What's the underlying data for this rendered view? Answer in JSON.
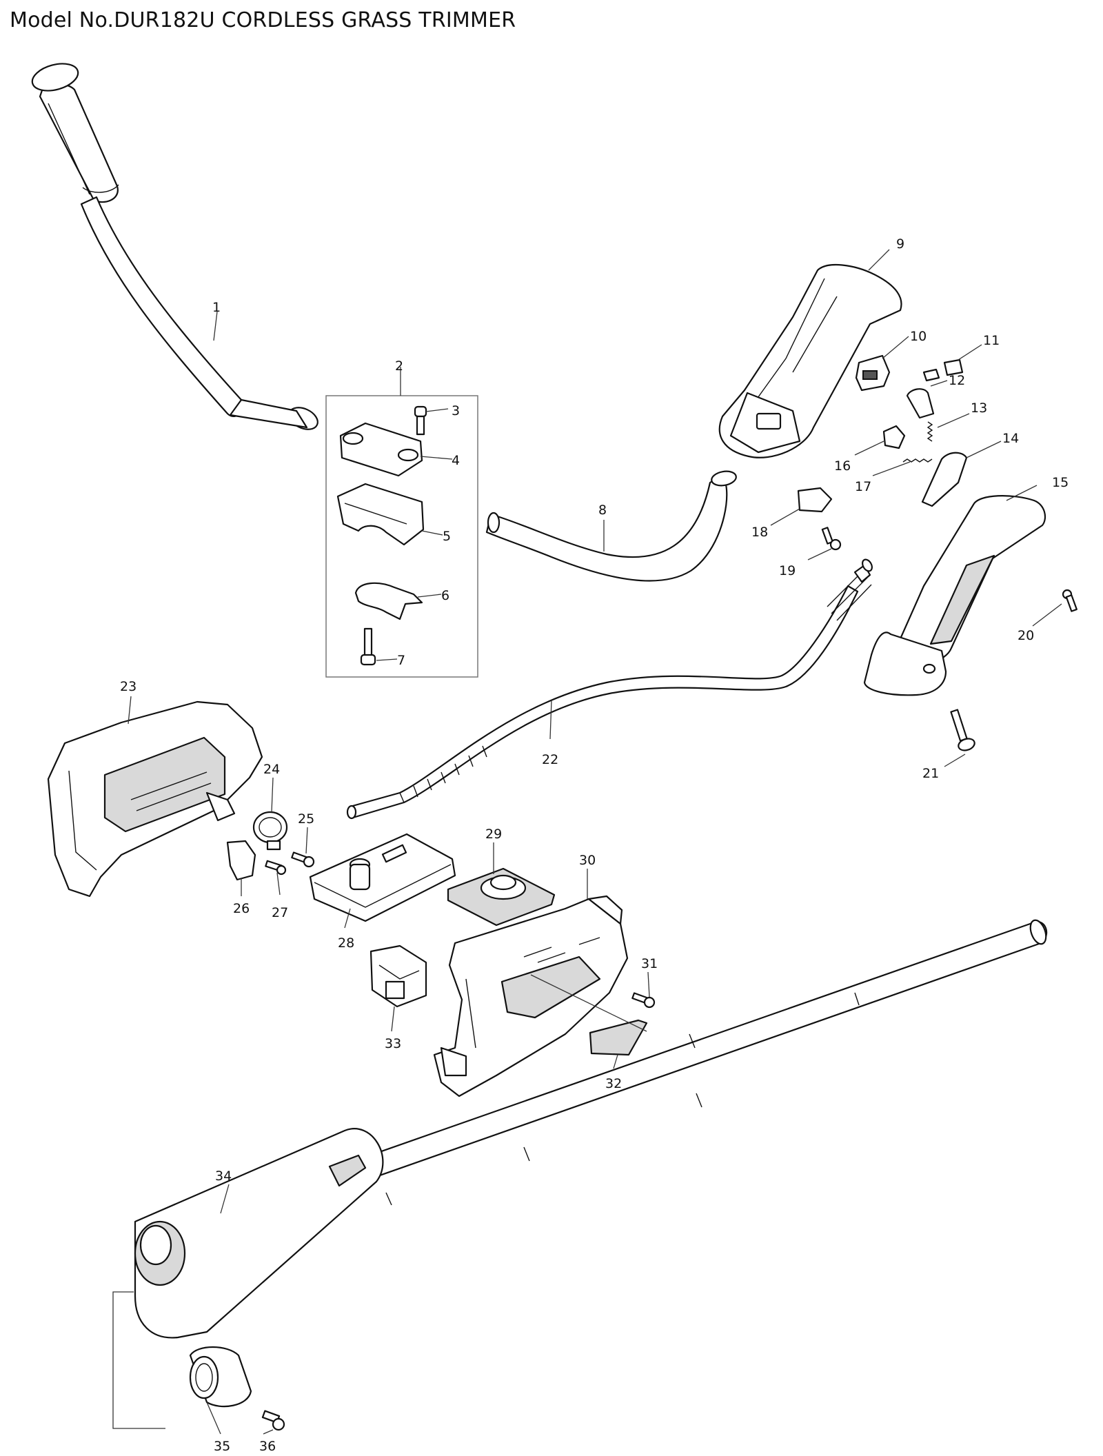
{
  "title": "Model No.DUR182U CORDLESS GRASS TRIMMER",
  "callouts": [
    "1",
    "2",
    "3",
    "4",
    "5",
    "6",
    "7",
    "8",
    "9",
    "10",
    "11",
    "12",
    "13",
    "14",
    "15",
    "16",
    "17",
    "18",
    "19",
    "20",
    "21",
    "22",
    "23",
    "24",
    "25",
    "26",
    "27",
    "28",
    "29",
    "30",
    "31",
    "32",
    "33",
    "34",
    "35",
    "36"
  ]
}
